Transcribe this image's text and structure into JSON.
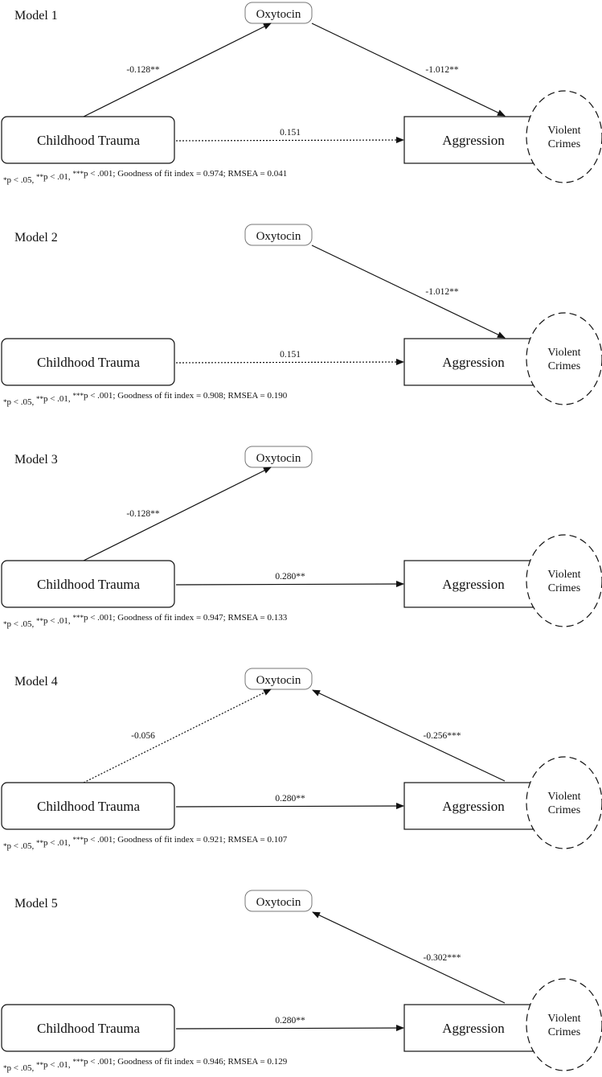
{
  "labels": {
    "childhood_trauma": "Childhood Trauma",
    "aggression": "Aggression",
    "oxytocin": "Oxytocin",
    "violent_line1": "Violent",
    "violent_line2": "Crimes"
  },
  "note_prefix": {
    "star1": "*",
    "p05": "p < .05,",
    "star2": "**",
    "p01": "p < .01,",
    "star3": "***",
    "p001": "p < .001; Goodness of fit index = "
  },
  "models": [
    {
      "title": "Model 1",
      "trauma_to_oxytocin": {
        "coef": "-0.128**",
        "style": "solid"
      },
      "oxytocin_to_aggression": {
        "coef": "-1.012**",
        "style": "solid"
      },
      "violent_to_oxytocin": null,
      "trauma_to_aggression": {
        "coef": "0.151",
        "style": "dotted"
      },
      "gfi": "0.974",
      "rmsea": "0.041"
    },
    {
      "title": "Model 2",
      "trauma_to_oxytocin": null,
      "oxytocin_to_aggression": {
        "coef": "-1.012**",
        "style": "solid"
      },
      "violent_to_oxytocin": null,
      "trauma_to_aggression": {
        "coef": "0.151",
        "style": "dotted"
      },
      "gfi": "0.908",
      "rmsea": "0.190"
    },
    {
      "title": "Model 3",
      "trauma_to_oxytocin": {
        "coef": "-0.128**",
        "style": "solid"
      },
      "oxytocin_to_aggression": null,
      "violent_to_oxytocin": null,
      "trauma_to_aggression": {
        "coef": "0.280**",
        "style": "solid"
      },
      "gfi": "0.947",
      "rmsea": "0.133"
    },
    {
      "title": "Model 4",
      "trauma_to_oxytocin": {
        "coef": "-0.056",
        "style": "dotted"
      },
      "oxytocin_to_aggression": null,
      "violent_to_oxytocin": {
        "coef": "-0.256***",
        "style": "solid"
      },
      "trauma_to_aggression": {
        "coef": "0.280**",
        "style": "solid"
      },
      "gfi": "0.921",
      "rmsea": "0.107"
    },
    {
      "title": "Model 5",
      "trauma_to_oxytocin": null,
      "oxytocin_to_aggression": null,
      "violent_to_oxytocin": {
        "coef": "-0.302***",
        "style": "solid"
      },
      "trauma_to_aggression": {
        "coef": "0.280**",
        "style": "solid"
      },
      "gfi": "0.946",
      "rmsea": "0.129"
    }
  ]
}
